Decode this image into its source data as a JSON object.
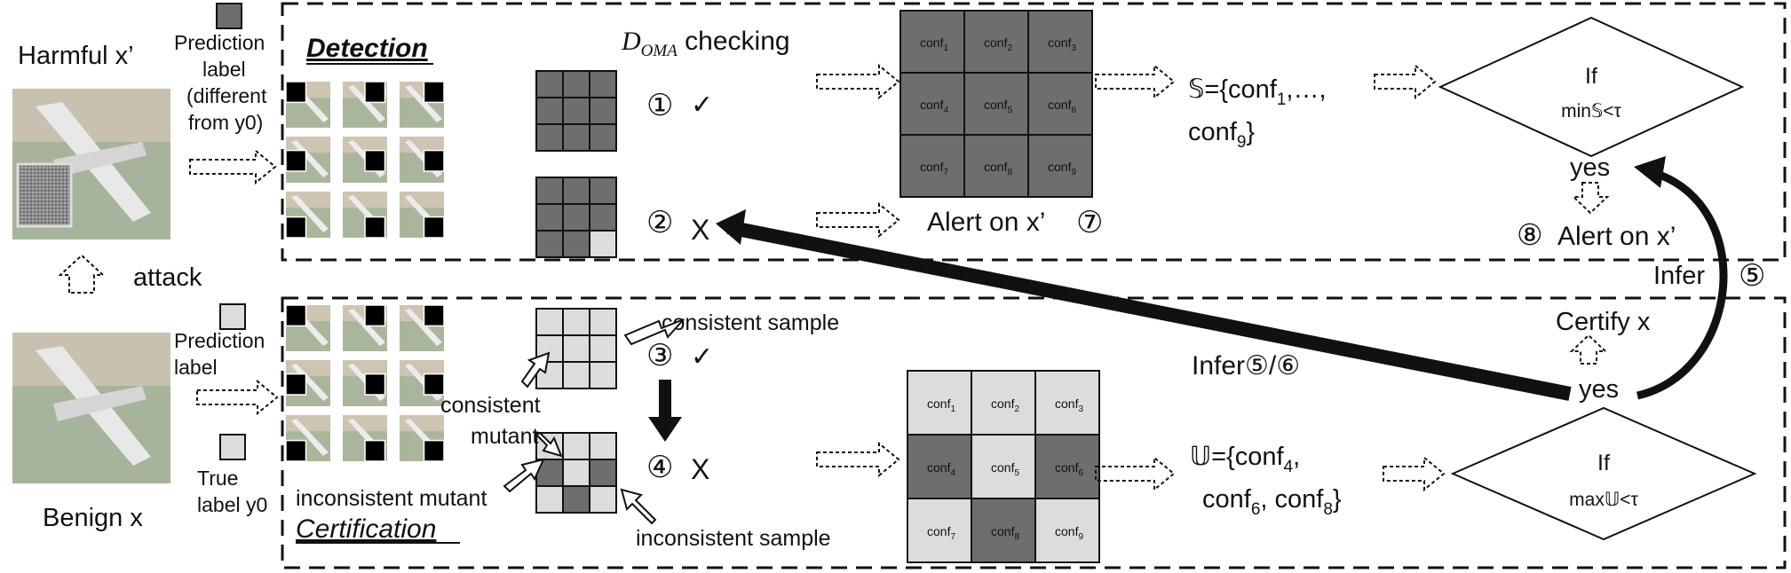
{
  "left": {
    "harmful_label": "Harmful x’",
    "benign_label": "Benign x",
    "attack_label": "attack",
    "pred_label_top": [
      "Prediction",
      "label",
      "(different",
      "from y0)"
    ],
    "pred_label_bottom": [
      "Prediction",
      "label"
    ],
    "true_label": [
      "True",
      "label y0"
    ]
  },
  "detection": {
    "section_title": "Detection",
    "doma_label": "DOMA checking",
    "case1_num": "①",
    "case1_mark": "✓",
    "case2_num": "②",
    "case2_mark": "X",
    "matrix_cells": [
      "conf1",
      "conf2",
      "conf3",
      "conf4",
      "conf5",
      "conf6",
      "conf7",
      "conf8",
      "conf9"
    ],
    "set_text_line1": "𝕊={conf1,…,",
    "set_text_line2": "conf9}",
    "alert_text": "Alert on x’",
    "alert_num": "⑦",
    "diamond_line1": "If",
    "diamond_line2": "min𝕊<τ",
    "yes_text": "yes",
    "final_alert_num": "⑧",
    "final_alert_text": "Alert on x’",
    "infer_text": "Infer",
    "infer_num": "⑤"
  },
  "certification": {
    "section_title": "Certification",
    "consistent_sample": "consistent sample",
    "consistent_mutant": [
      "consistent",
      "mutant"
    ],
    "inconsistent_mutant": "inconsistent mutant",
    "inconsistent_sample": "inconsistent sample",
    "case3_num": "③",
    "case3_mark": "✓",
    "case4_num": "④",
    "case4_mark": "X",
    "infer_text": "Infer⑤/⑥",
    "matrix_cells": [
      "conf1",
      "conf2",
      "conf3",
      "conf4",
      "conf5",
      "conf6",
      "conf7",
      "conf8",
      "conf9"
    ],
    "set_text_line1": "𝕌={conf4,",
    "set_text_line2": "conf6, conf8}",
    "diamond_line1": "If",
    "diamond_line2": "max𝕌<τ",
    "yes_text": "yes",
    "certify_text": "Certify x"
  },
  "colors": {
    "dark": "#6e6e6e",
    "light": "#dcdcdc",
    "line": "#111111"
  }
}
